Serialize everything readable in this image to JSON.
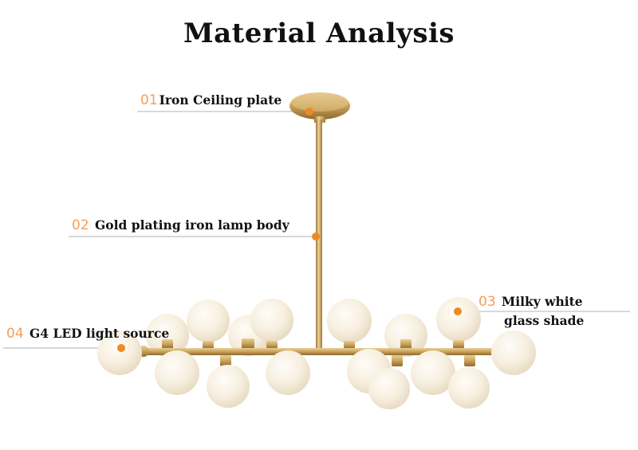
{
  "page": {
    "title": "Material Analysis"
  },
  "callouts": [
    {
      "number": "01",
      "label": "Iron Ceiling plate"
    },
    {
      "number": "02",
      "label": "Gold plating iron lamp body"
    },
    {
      "number": "03",
      "label": "Milky white",
      "label_line2": "glass shade"
    },
    {
      "number": "04",
      "label": "G4 LED light source"
    }
  ],
  "colors": {
    "marker": "#ee8a26",
    "number": "#f2a05a",
    "gold": "#c9a15a",
    "glass": "#f6efe2",
    "leader": "#9a9a9a"
  }
}
